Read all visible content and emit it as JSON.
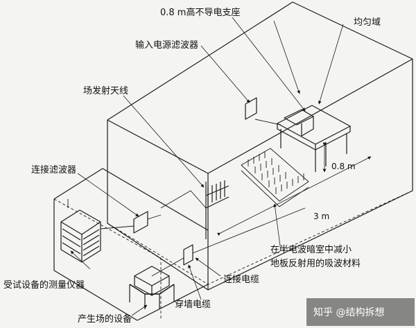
{
  "labels": {
    "support": "0.8 m高不导电支座",
    "uniform_field": "均匀域",
    "input_filter": "输入电源滤波器",
    "antenna": "场发射天线",
    "connect_filter": "连接滤波器",
    "height": "0.8 m",
    "distance": "3 m",
    "absorber_line1": "在半电波暗室中减小",
    "absorber_line2": "地板反射用的吸波材料",
    "instrument": "受试设备的测量仪器",
    "cable": "连接电缆",
    "wall_cable": "穿墙电缆",
    "generator": "产生场的设备"
  },
  "watermark": "知乎 @结构拆想",
  "colors": {
    "line": "#1a1a1a",
    "background": "#f4f4f2"
  }
}
